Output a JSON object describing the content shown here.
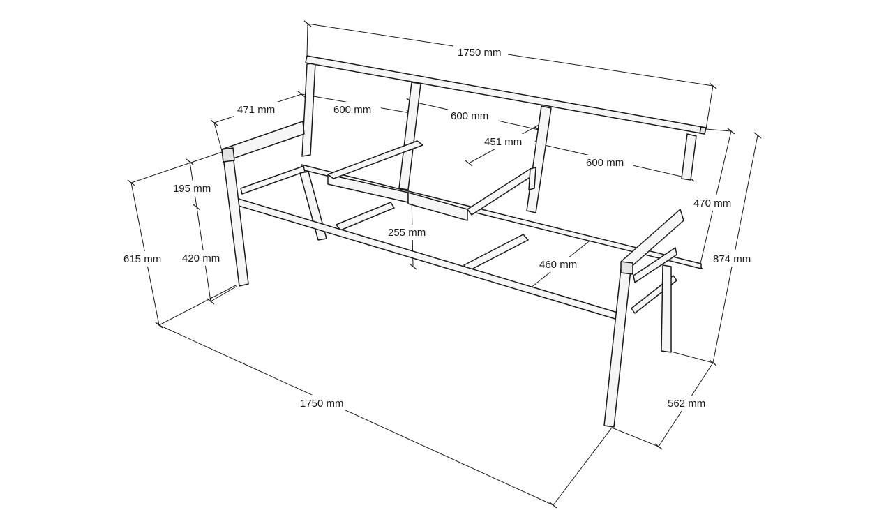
{
  "dimensions": {
    "top_rail_length": "1750 mm",
    "bottom_length": "1750 mm",
    "backrest_segment_1": "600 mm",
    "backrest_segment_2": "600 mm",
    "backrest_segment_3": "600 mm",
    "armrest_depth": "471 mm",
    "cup_holder_depth": "451 mm",
    "armrest_height_above_seat": "195 mm",
    "seat_height": "420 mm",
    "armrest_total_height": "615 mm",
    "center_console_height": "255 mm",
    "seat_depth": "460 mm",
    "backrest_height": "470 mm",
    "total_height": "874 mm",
    "total_depth": "562 mm"
  }
}
